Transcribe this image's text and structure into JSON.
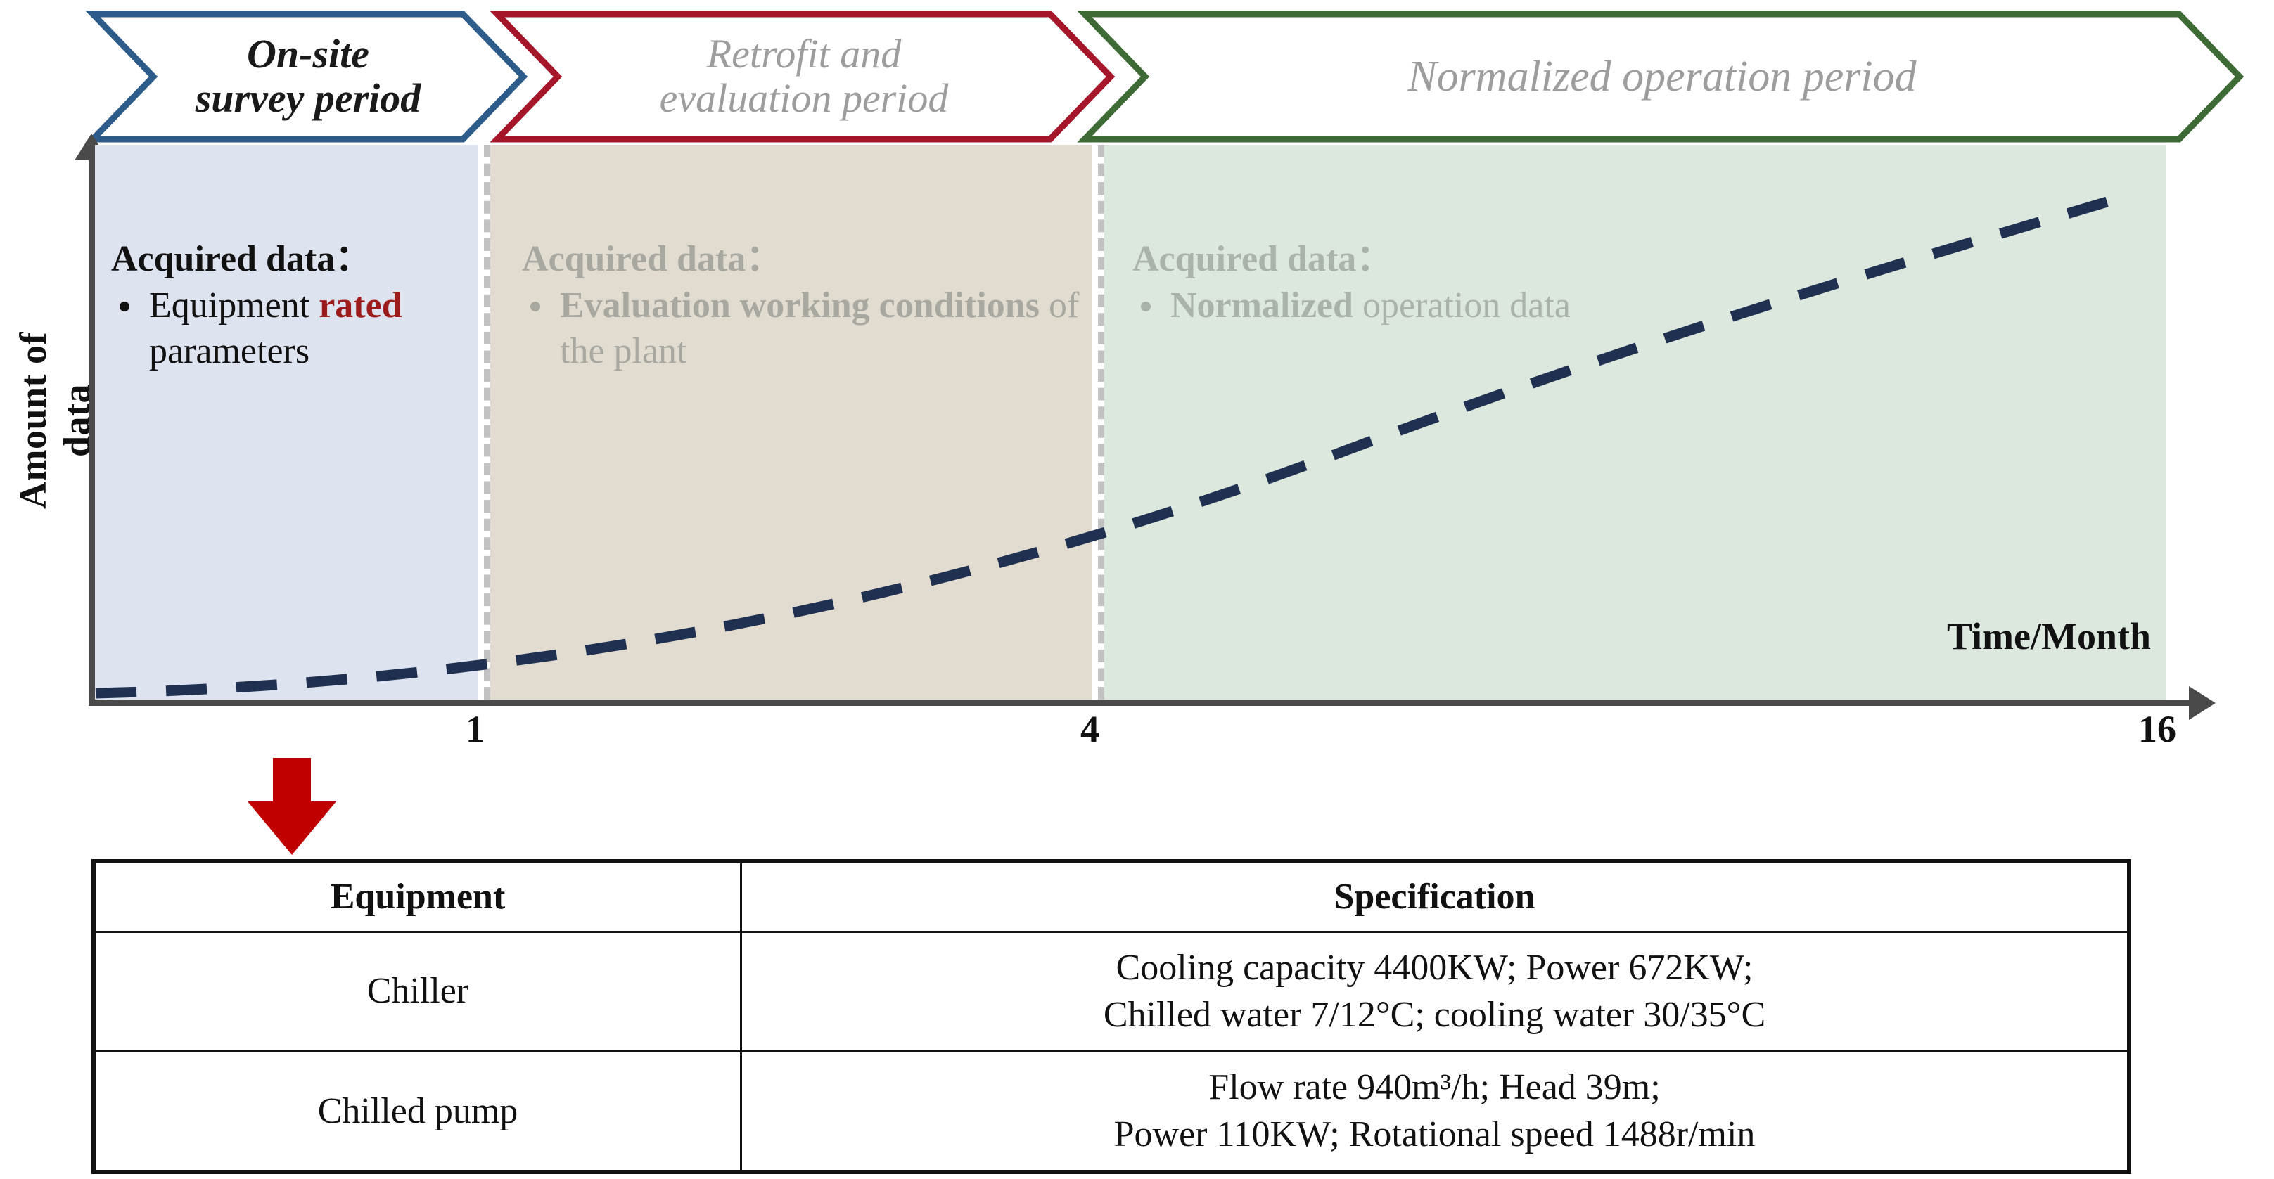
{
  "banner": {
    "phases": [
      {
        "id": "on-site-survey",
        "line1": "On-site",
        "line2": "survey period",
        "color": "#2E5C8A"
      },
      {
        "id": "retrofit-evaluation",
        "line1": "Retrofit and",
        "line2": "evaluation period",
        "color": "#A5162A"
      },
      {
        "id": "normalized-operation",
        "line1": "Normalized operation period",
        "line2": "",
        "color": "#3E6B35"
      }
    ]
  },
  "chart": {
    "y_axis_label": "Amount of data",
    "x_axis_label": "Time/Month",
    "ticks": [
      "1",
      "4",
      "16"
    ],
    "bands": [
      {
        "name": "on-site-survey-band",
        "color": "#DEE3F0"
      },
      {
        "name": "retrofit-evaluation-band",
        "color": "#E2DCD0"
      },
      {
        "name": "normalized-operation-band",
        "color": "#DCE7DE"
      }
    ],
    "curve_color": "#1F3050"
  },
  "chart_data": {
    "type": "line",
    "title": "",
    "xlabel": "Time/Month",
    "ylabel": "Amount of data",
    "xlim": [
      0,
      16
    ],
    "ylim": [
      0,
      100
    ],
    "xticks": [
      1,
      4,
      16
    ],
    "yticks": [],
    "grid": false,
    "legend": null,
    "series": [
      {
        "name": "Amount of data",
        "style": "dashed",
        "color": "#1F3050",
        "x": [
          0,
          1,
          2,
          3,
          4,
          5,
          6,
          7,
          8,
          9,
          10,
          11,
          12,
          13,
          14,
          15,
          16
        ],
        "y": [
          1,
          3,
          6,
          10,
          15,
          20,
          26,
          32,
          38,
          45,
          52,
          60,
          68,
          76,
          84,
          92,
          100
        ]
      }
    ],
    "regions": [
      {
        "label": "On-site survey period",
        "x_start": 0,
        "x_end": 1,
        "color": "#DEE3F0"
      },
      {
        "label": "Retrofit and evaluation period",
        "x_start": 1,
        "x_end": 4,
        "color": "#E2DCD0"
      },
      {
        "label": "Normalized operation period",
        "x_start": 4,
        "x_end": 16,
        "color": "#DCE7DE"
      }
    ]
  },
  "annotations": {
    "block1": {
      "heading": "Acquired data：",
      "bullet_pre": "Equipment",
      "bullet_highlight": "rated",
      "bullet_post": "parameters"
    },
    "block2": {
      "heading": "Acquired data：",
      "bullet_bold": "Evaluation working conditions",
      "bullet_rest": "of the plant"
    },
    "block3": {
      "heading": "Acquired data：",
      "bullet_bold": "Normalized",
      "bullet_rest": "operation data"
    }
  },
  "arrow": {
    "name": "red-down-arrow",
    "color": "#C00000"
  },
  "table": {
    "headers": [
      "Equipment",
      "Specification"
    ],
    "rows": [
      {
        "equipment": "Chiller",
        "spec_line1": "Cooling capacity 4400KW; Power 672KW;",
        "spec_line2": "Chilled water 7/12°C; cooling water 30/35°C"
      },
      {
        "equipment": "Chilled pump",
        "spec_line1": "Flow rate 940m³/h; Head 39m;",
        "spec_line2": "Power 110KW; Rotational speed 1488r/min"
      }
    ]
  }
}
